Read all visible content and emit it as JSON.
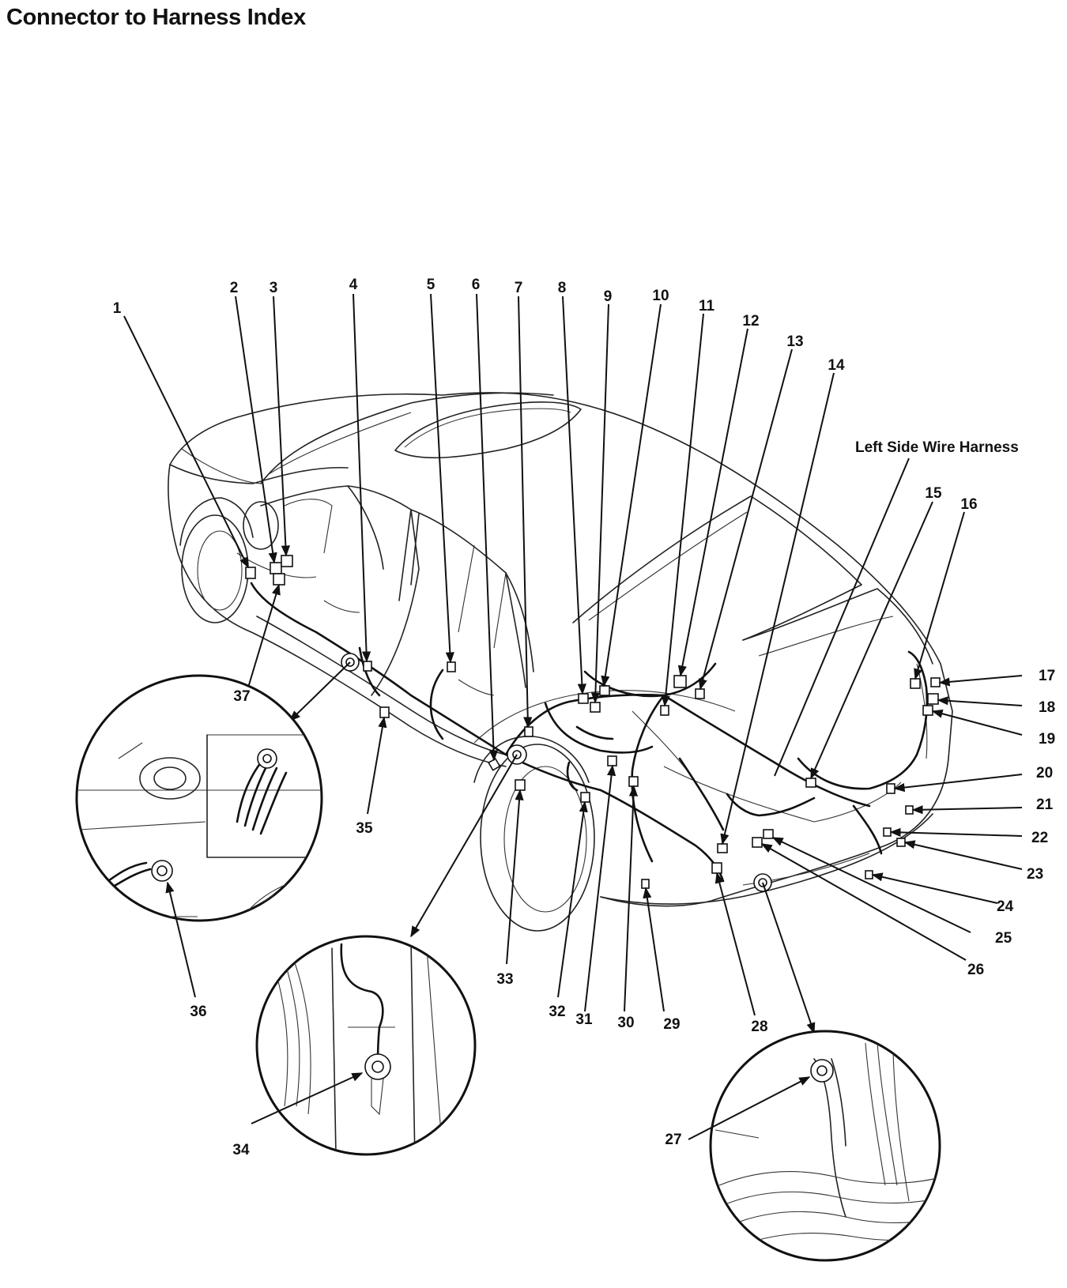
{
  "page": {
    "title": "Connector to Harness Index"
  },
  "diagram": {
    "harness_label": "Left Side Wire Harness",
    "callouts": [
      "1",
      "2",
      "3",
      "4",
      "5",
      "6",
      "7",
      "8",
      "9",
      "10",
      "11",
      "12",
      "13",
      "14",
      "15",
      "16",
      "17",
      "18",
      "19",
      "20",
      "21",
      "22",
      "23",
      "24",
      "25",
      "26",
      "27",
      "28",
      "29",
      "30",
      "31",
      "32",
      "33",
      "34",
      "35",
      "36",
      "37"
    ],
    "detail_views": [
      {
        "name": "detail-view-36",
        "callout": "36"
      },
      {
        "name": "detail-view-34",
        "callout": "34"
      },
      {
        "name": "detail-view-27",
        "callout": "27"
      }
    ],
    "ground_points": [
      "36",
      "34",
      "27"
    ],
    "colors": {
      "ink": "#111111",
      "background": "#ffffff"
    }
  }
}
